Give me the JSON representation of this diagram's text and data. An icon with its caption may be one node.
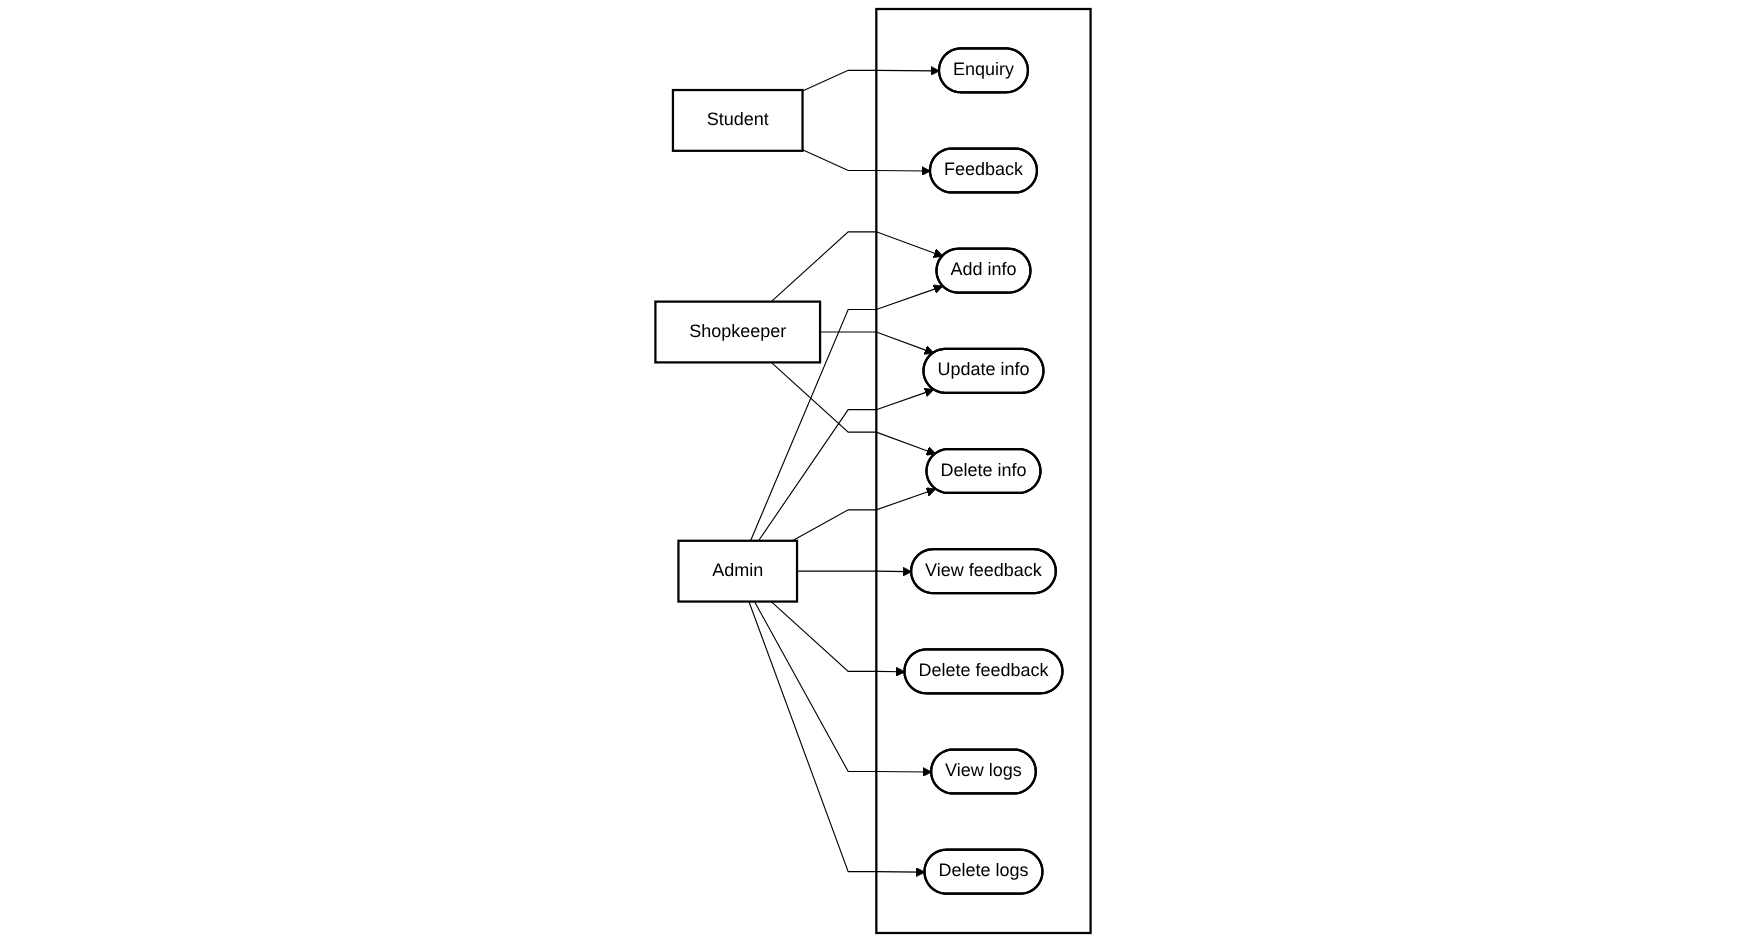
{
  "diagram": {
    "nodes": [
      {
        "text": [
          "Student"
        ]
      },
      {
        "text": [],
        "shape": "box"
      },
      {
        "text": [
          "Enquiry"
        ],
        "in": 1
      },
      {
        "text": [
          "Feedback"
        ],
        "in": 1
      },
      {
        "text": [
          "Add info"
        ],
        "in": 1
      },
      {
        "text": [
          "Update info"
        ],
        "in": 1
      },
      {
        "text": [
          "Delete info"
        ],
        "in": 1
      },
      {
        "text": [
          "View feedback"
        ],
        "in": 1
      },
      {
        "text": [
          "Delete feedback"
        ],
        "in": 1
      },
      {
        "text": [
          "View logs"
        ],
        "in": 1
      },
      {
        "text": [
          "Delete logs"
        ],
        "in": 1
      },
      {
        "text": [
          "Shopkeeper"
        ]
      },
      {
        "text": [
          "Admin"
        ]
      }
    ],
    "edges": [
      {
        "from": 0,
        "to": 2,
        "arrow": "to"
      },
      {
        "from": 0,
        "to": 3,
        "arrow": "to"
      },
      {
        "from": 11,
        "to": 4,
        "arrow": "to"
      },
      {
        "from": 11,
        "to": 5,
        "arrow": "to"
      },
      {
        "from": 11,
        "to": 6,
        "arrow": "to"
      },
      {
        "from": 12,
        "to": 4,
        "arrow": "to"
      },
      {
        "from": 12,
        "to": 5,
        "arrow": "to"
      },
      {
        "from": 12,
        "to": 6,
        "arrow": "to"
      },
      {
        "from": 12,
        "to": 7,
        "arrow": "to"
      },
      {
        "from": 12,
        "to": 8,
        "arrow": "to"
      },
      {
        "from": 12,
        "to": 9,
        "arrow": "to"
      },
      {
        "from": 12,
        "to": 10,
        "arrow": "to"
      }
    ]
  }
}
